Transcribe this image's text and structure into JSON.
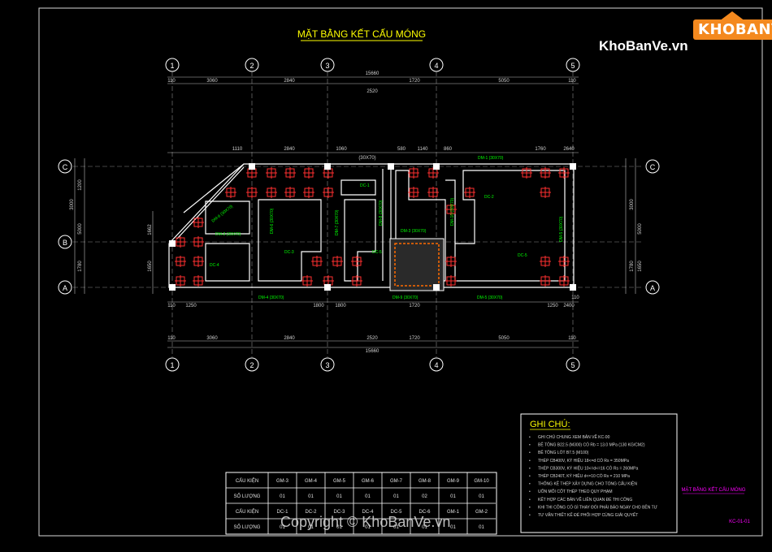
{
  "title": "MẶT BẰNG KẾT CẤU MÓNG",
  "axes_top": [
    "1",
    "2",
    "3",
    "4",
    "5"
  ],
  "axes_bottom": [
    "1",
    "2",
    "3",
    "4",
    "5"
  ],
  "axes_side": [
    "C",
    "B",
    "A"
  ],
  "dims_overall": "15660",
  "dims_top_row": [
    "110",
    "3060",
    "2840",
    "2520",
    "1720",
    "5050",
    "110"
  ],
  "dims_top_inner": [
    "1110",
    "2840",
    "1060",
    "(30X70)",
    "580",
    "1140",
    "860",
    "1760",
    "2640"
  ],
  "dims_left": [
    "3000",
    "5000",
    "1200",
    "1780",
    "1662",
    "1650"
  ],
  "dims_right": [
    "3000",
    "5000",
    "1780",
    "1650"
  ],
  "dims_bottom_inner": [
    "110",
    "1250",
    "1800",
    "1800",
    "1720",
    "1250",
    "2400",
    "110"
  ],
  "dims_bottom_row": [
    "110",
    "3060",
    "2840",
    "2520",
    "1720",
    "5050",
    "110"
  ],
  "beam_labels": [
    "DC-1",
    "DC-2",
    "DC-3",
    "DC-4",
    "DC-5",
    "DM-1 (30X70)",
    "DM-2 (30X70)",
    "DM-3 (30X70)",
    "DM-4 (30X70)",
    "DM-5 (30X70)",
    "DM-6 (30X70)",
    "DM-7 (30X70)",
    "DM-8 (30X70)",
    "DM-9 (30X70)",
    "DM-10 (30X70)"
  ],
  "notes": {
    "heading": "GHI CHÚ:",
    "items": [
      "GHI CHÚ CHUNG XEM BẢN VẼ KC-00",
      "BÊ TÔNG B22.5 (M300) CÓ Rb = 13.0 MPa (130 KG/CM2)",
      "BÊ TÔNG LÓT B7.5 (M100)",
      "THÉP CB400V, KÝ HIỆU 18<=d CÓ Rs = 350MPa",
      "THÉP CB300V, KÝ HIỆU 10<=d<=16 CÓ Rs = 260MPa",
      "THÉP CB240T, KÝ HIỆU d<=10 CÓ Rs = 210 MPa",
      "THỐNG KÊ THÉP XÂY DỰNG CHO TỔNG CẤU KIỆN",
      "UỐN MỐI CỐT THÉP THEO QUY PHẠM",
      "KẾT HỢP CÁC BẢN VẼ LIÊN QUAN ĐỂ THI CÔNG",
      "KHI THI CÔNG CÓ GÌ THAY ĐỔI PHẢI BÁO NGAY CHO BÊN TƯ",
      "TƯ VẤN THIẾT KẾ ĐỂ PHỐI HỢP CÙNG GIẢI QUYẾT"
    ]
  },
  "table": {
    "rows": [
      [
        "CẤU KIỆN",
        "GM-3",
        "GM-4",
        "GM-5",
        "GM-6",
        "GM-7",
        "GM-8",
        "GM-9",
        "GM-10"
      ],
      [
        "SỐ LƯỢNG",
        "01",
        "01",
        "01",
        "01",
        "01",
        "02",
        "01",
        "01"
      ],
      [
        "CẤU KIỆN",
        "DC-1",
        "DC-2",
        "DC-3",
        "DC-4",
        "DC-5",
        "DC-6",
        "GM-1",
        "GM-2"
      ],
      [
        "SỐ LƯỢNG",
        "01",
        "01",
        "01",
        "01",
        "01",
        "01",
        "01",
        "01"
      ]
    ]
  },
  "side_title": "MẶT BẰNG KẾT CẤU MÓNG",
  "sheet_code": "KC-01-01",
  "logo_brand": "KHOBANVE",
  "logo_url": "KhoBanVe.vn",
  "copyright": "Copyright © KhoBanVe.vn",
  "colors": {
    "background": "#000000",
    "title": "#ffff00",
    "grid": "#ffffff",
    "column": "#ff3030",
    "beam_label": "#00ff00",
    "dim": "#d0d0d0",
    "magenta": "#ff00ff"
  }
}
